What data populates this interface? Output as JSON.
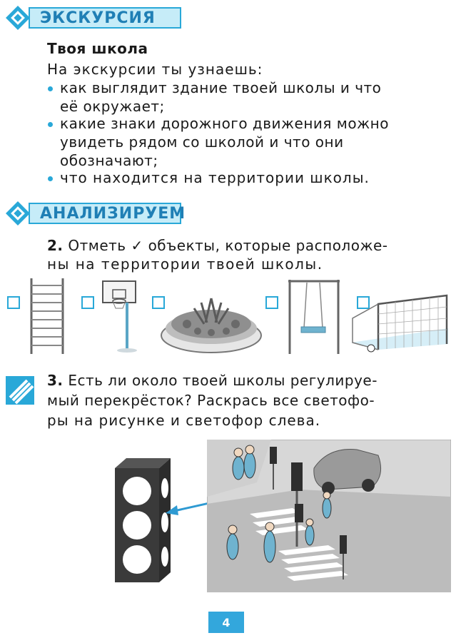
{
  "header1": {
    "label": "ЭКСКУРСИЯ"
  },
  "title": "Твоя школа",
  "intro": "На экскурсии ты узнаешь:",
  "bullets": [
    {
      "line1": "как выглядит здание твоей школы и что",
      "line2": "её окружает;"
    },
    {
      "line1": "какие знаки дорожного движения можно",
      "line2": "увидеть рядом со школой и что они",
      "line3": "обозначают;"
    },
    {
      "line1": "что находится на территории школы."
    }
  ],
  "header2": {
    "label": "АНАЛИЗИРУЕМ"
  },
  "task2": {
    "number": "2.",
    "line1": "Отметь ✓ объекты, которые расположе-",
    "line2": "ны на территории твоей школы."
  },
  "objects": [
    "ladder",
    "basketball-hoop",
    "flowerbed",
    "swing",
    "football-goal"
  ],
  "task3": {
    "number": "3.",
    "line1": "Есть ли около твоей школы регулируе-",
    "line2": "мый перекрёсток? Раскрась все светофо-",
    "line3": "ры на рисунке и светофор слева."
  },
  "page_number": "4",
  "colors": {
    "accent": "#29a8d8",
    "header_bg": "#c6ecf8",
    "header_text": "#1f7fb5",
    "page_badge": "#33a7dc"
  }
}
